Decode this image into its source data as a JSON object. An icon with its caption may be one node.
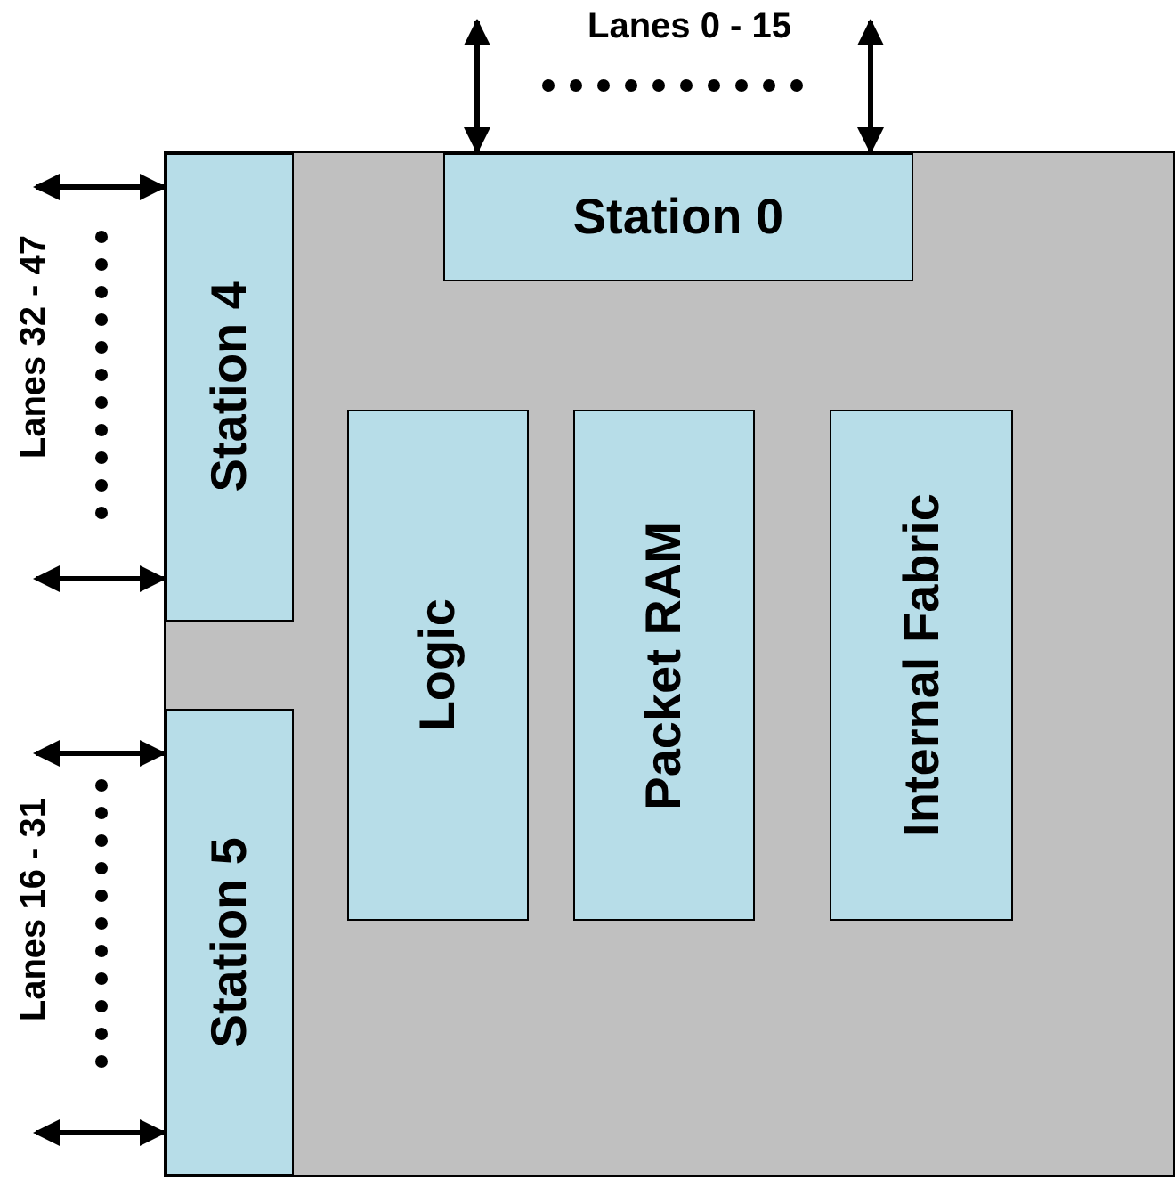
{
  "diagram": {
    "nodes": [
      {
        "text": [],
        "shape": "box"
      },
      {
        "text": [
          "Station 0"
        ],
        "in": 0
      },
      {
        "text": [
          "Station 4"
        ],
        "in": 0
      },
      {
        "text": [
          "Station 5"
        ],
        "in": 0
      },
      {
        "text": [
          "Logic"
        ],
        "in": 0
      },
      {
        "text": [
          "Packet RAM"
        ],
        "in": 0
      },
      {
        "text": [
          "Internal Fabric"
        ],
        "in": 0
      }
    ],
    "edges": [
      {
        "from": null,
        "to": 1,
        "arrow": "both"
      },
      {
        "from": null,
        "to": 1,
        "arrow": "both"
      },
      {
        "from": null,
        "to": 2,
        "arrow": "both"
      },
      {
        "from": null,
        "to": 2,
        "arrow": "both"
      },
      {
        "from": null,
        "to": 3,
        "arrow": "both"
      },
      {
        "from": null,
        "to": 3,
        "arrow": "both"
      }
    ],
    "labels": [
      "Lanes 0 - 15",
      "Lanes 32 - 47",
      "Lanes 16 - 31"
    ]
  }
}
